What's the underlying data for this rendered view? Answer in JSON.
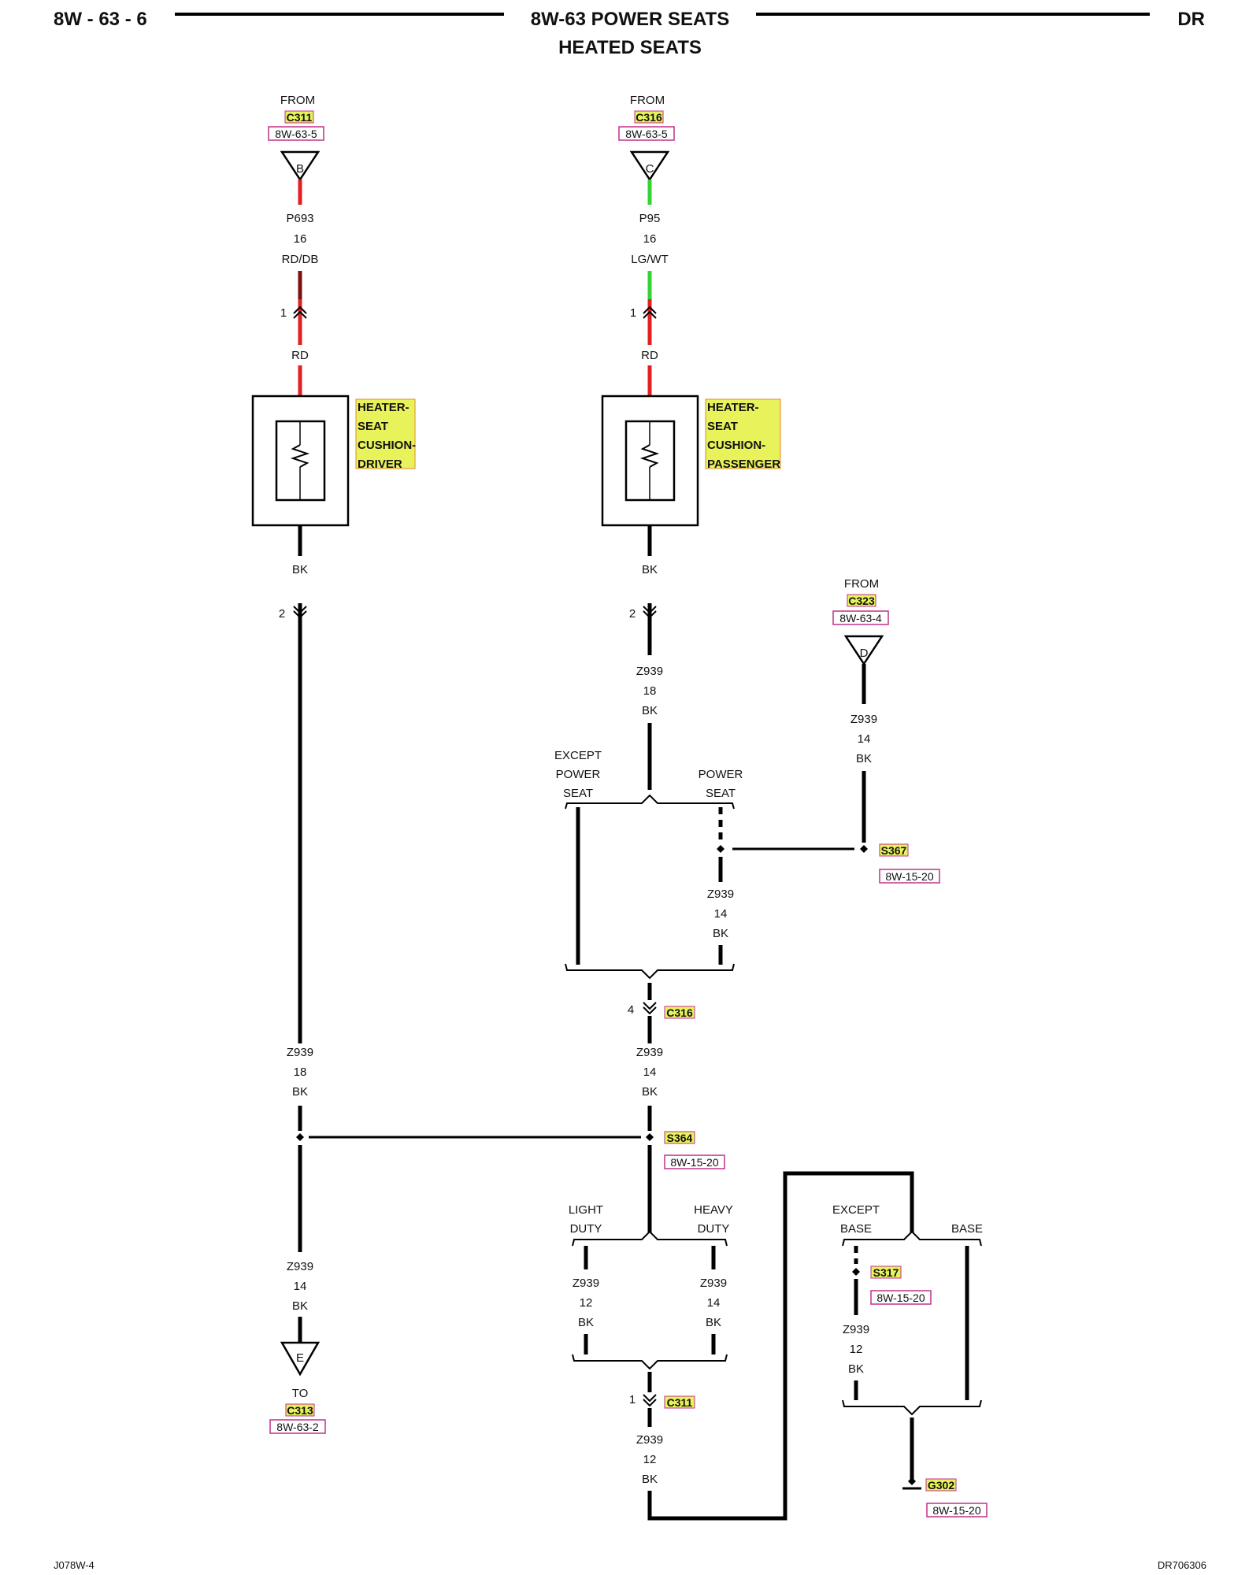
{
  "header": {
    "page_id": "8W - 63 - 6",
    "section_title": "8W-63 POWER SEATS",
    "subtitle": "HEATED SEATS",
    "model_code": "DR"
  },
  "footer": {
    "left_code": "J078W-4",
    "right_code": "DR706306"
  },
  "colors": {
    "red_wire": "#e32020",
    "dark_red_wire": "#7a1010",
    "green_wire": "#35d335",
    "highlight_yellow": "#e8f25a",
    "ref_box_border": "#c0308a",
    "black_wire": "#000000"
  },
  "driver_circuit": {
    "from_label": "FROM",
    "from_connector": "C311",
    "from_ref": "8W-63-5",
    "from_pin": "B",
    "wire_id": "P693",
    "wire_gauge": "16",
    "wire_color": "RD/DB",
    "pin_top": "1",
    "lead_top": "RD",
    "component": [
      "HEATER-",
      "SEAT",
      "CUSHION-",
      "DRIVER"
    ],
    "lead_bottom": "BK",
    "pin_bottom": "2",
    "lower_wire_id": "Z939",
    "lower_wire_gauge": "18",
    "lower_wire_color": "BK",
    "bottom_wire_id": "Z939",
    "bottom_wire_gauge": "14",
    "bottom_wire_color": "BK",
    "to_pin": "E",
    "to_label": "TO",
    "to_connector": "C313",
    "to_ref": "8W-63-2"
  },
  "passenger_circuit": {
    "from_label": "FROM",
    "from_connector": "C316",
    "from_ref": "8W-63-5",
    "from_pin": "C",
    "wire_id": "P95",
    "wire_gauge": "16",
    "wire_color": "LG/WT",
    "pin_top": "1",
    "lead_top": "RD",
    "component": [
      "HEATER-",
      "SEAT",
      "CUSHION-",
      "PASSENGER"
    ],
    "lead_bottom": "BK",
    "pin_bottom": "2",
    "lower_wire_id": "Z939",
    "lower_wire_gauge": "18",
    "lower_wire_color": "BK"
  },
  "seat_option": {
    "left_label": [
      "EXCEPT",
      "POWER",
      "SEAT"
    ],
    "right_label": [
      "POWER",
      "SEAT"
    ],
    "right_wire_id": "Z939",
    "right_wire_gauge": "14",
    "right_wire_color": "BK"
  },
  "c323_feed": {
    "from_label": "FROM",
    "from_connector": "C323",
    "from_ref": "8W-63-4",
    "from_pin": "D",
    "wire_id": "Z939",
    "wire_gauge": "14",
    "wire_color": "BK"
  },
  "splice_s367": {
    "id": "S367",
    "ref": "8W-15-20"
  },
  "connector_c316": {
    "pin": "4",
    "id": "C316"
  },
  "after_c316_wire": {
    "id": "Z939",
    "gauge": "14",
    "color": "BK"
  },
  "splice_s364": {
    "id": "S364",
    "ref": "8W-15-20"
  },
  "duty_option": {
    "left_label": [
      "LIGHT",
      "DUTY"
    ],
    "right_label": [
      "HEAVY",
      "DUTY"
    ],
    "left_wire_id": "Z939",
    "left_wire_gauge": "12",
    "left_wire_color": "BK",
    "right_wire_id": "Z939",
    "right_wire_gauge": "14",
    "right_wire_color": "BK"
  },
  "connector_c311": {
    "pin": "1",
    "id": "C311"
  },
  "after_c311_wire": {
    "id": "Z939",
    "gauge": "12",
    "color": "BK"
  },
  "base_option": {
    "left_label": [
      "EXCEPT",
      "BASE"
    ],
    "right_label": [
      "BASE"
    ],
    "wire_id": "Z939",
    "wire_gauge": "12",
    "wire_color": "BK"
  },
  "splice_s317": {
    "id": "S317",
    "ref": "8W-15-20"
  },
  "ground_g302": {
    "id": "G302",
    "ref": "8W-15-20"
  }
}
